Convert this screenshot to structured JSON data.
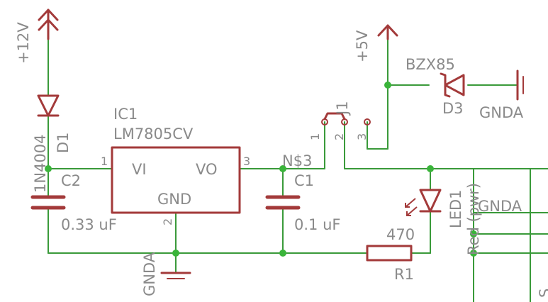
{
  "colors": {
    "wire": "#3a9a3a",
    "symbol": "#a33a3a",
    "junction": "#3ab43a",
    "text": "#8a8a8a",
    "background": "#ffffff"
  },
  "labels": {
    "supply_12v": "+12V",
    "supply_5v": "+5V",
    "d1_name": "D1",
    "d1_value": "1N4004",
    "c2_name": "C2",
    "c2_value": "0.33 uF",
    "ic1_name": "IC1",
    "ic1_value": "LM7805CV",
    "ic1_pin_vi": "VI",
    "ic1_pin_vo": "VO",
    "ic1_pin_gnd": "GND",
    "ic1_pin1": "1",
    "ic1_pin2": "2",
    "ic1_pin3": "3",
    "net_n3": "N$3",
    "c1_name": "C1",
    "c1_value": "0.1 uF",
    "j1_name": "J1",
    "j1_pin1": "1",
    "j1_pin2": "2",
    "j1_pin3": "3",
    "d3_value": "BZX85",
    "d3_name": "D3",
    "gnda_d3": "GNDA",
    "gnda_main": "GNDA",
    "gnda_right": "GNDA",
    "led1_name": "LED1",
    "led1_value": "Red (pwr)",
    "r1_value": "470",
    "r1_name": "R1",
    "edge_fragment": "S"
  }
}
